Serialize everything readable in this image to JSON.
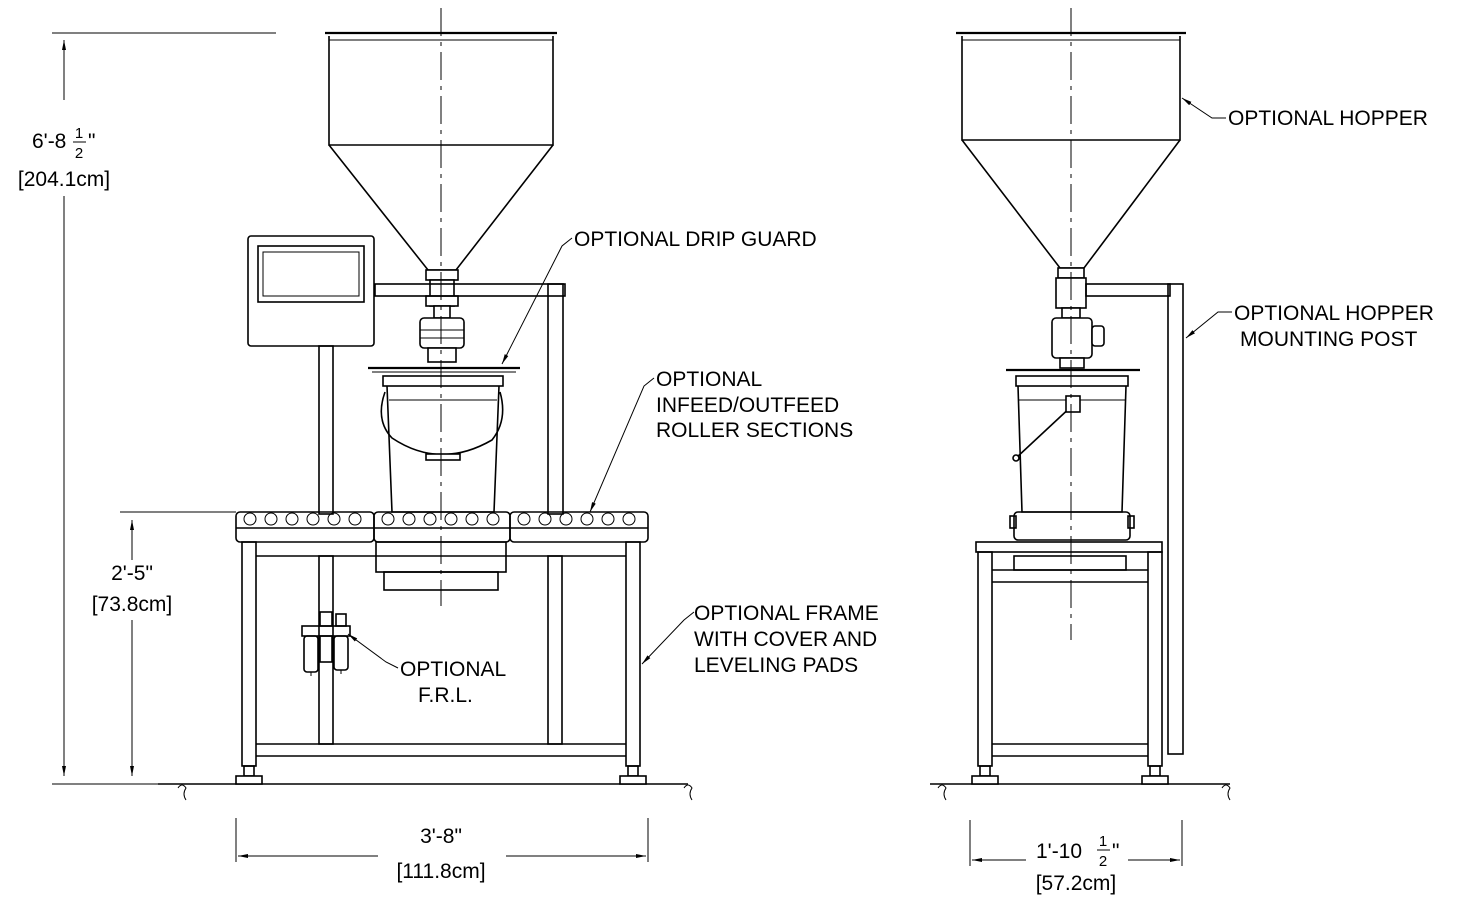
{
  "dimensions": {
    "height_total": {
      "whole": "6'-8",
      "num": "1",
      "den": "2",
      "tail": "\"",
      "metric": "[204.1cm]"
    },
    "table_height": {
      "label": "2'-5\"",
      "metric": "[73.8cm]"
    },
    "front_width": {
      "label": "3'-8\"",
      "metric": "[111.8cm]"
    },
    "side_width": {
      "whole": "1'-10",
      "num": "1",
      "den": "2",
      "tail": "\"",
      "metric": "[57.2cm]"
    }
  },
  "callouts": {
    "drip_guard": "OPTIONAL DRIP GUARD",
    "roller_line1": "OPTIONAL",
    "roller_line2": "INFEED/OUTFEED",
    "roller_line3": "ROLLER SECTIONS",
    "frame_line1": "OPTIONAL FRAME",
    "frame_line2": "WITH COVER AND",
    "frame_line3": "LEVELING PADS",
    "frl_line1": "OPTIONAL",
    "frl_line2": "F.R.L.",
    "hopper": "OPTIONAL HOPPER",
    "post_line1": "OPTIONAL HOPPER",
    "post_line2": "MOUNTING POST"
  }
}
